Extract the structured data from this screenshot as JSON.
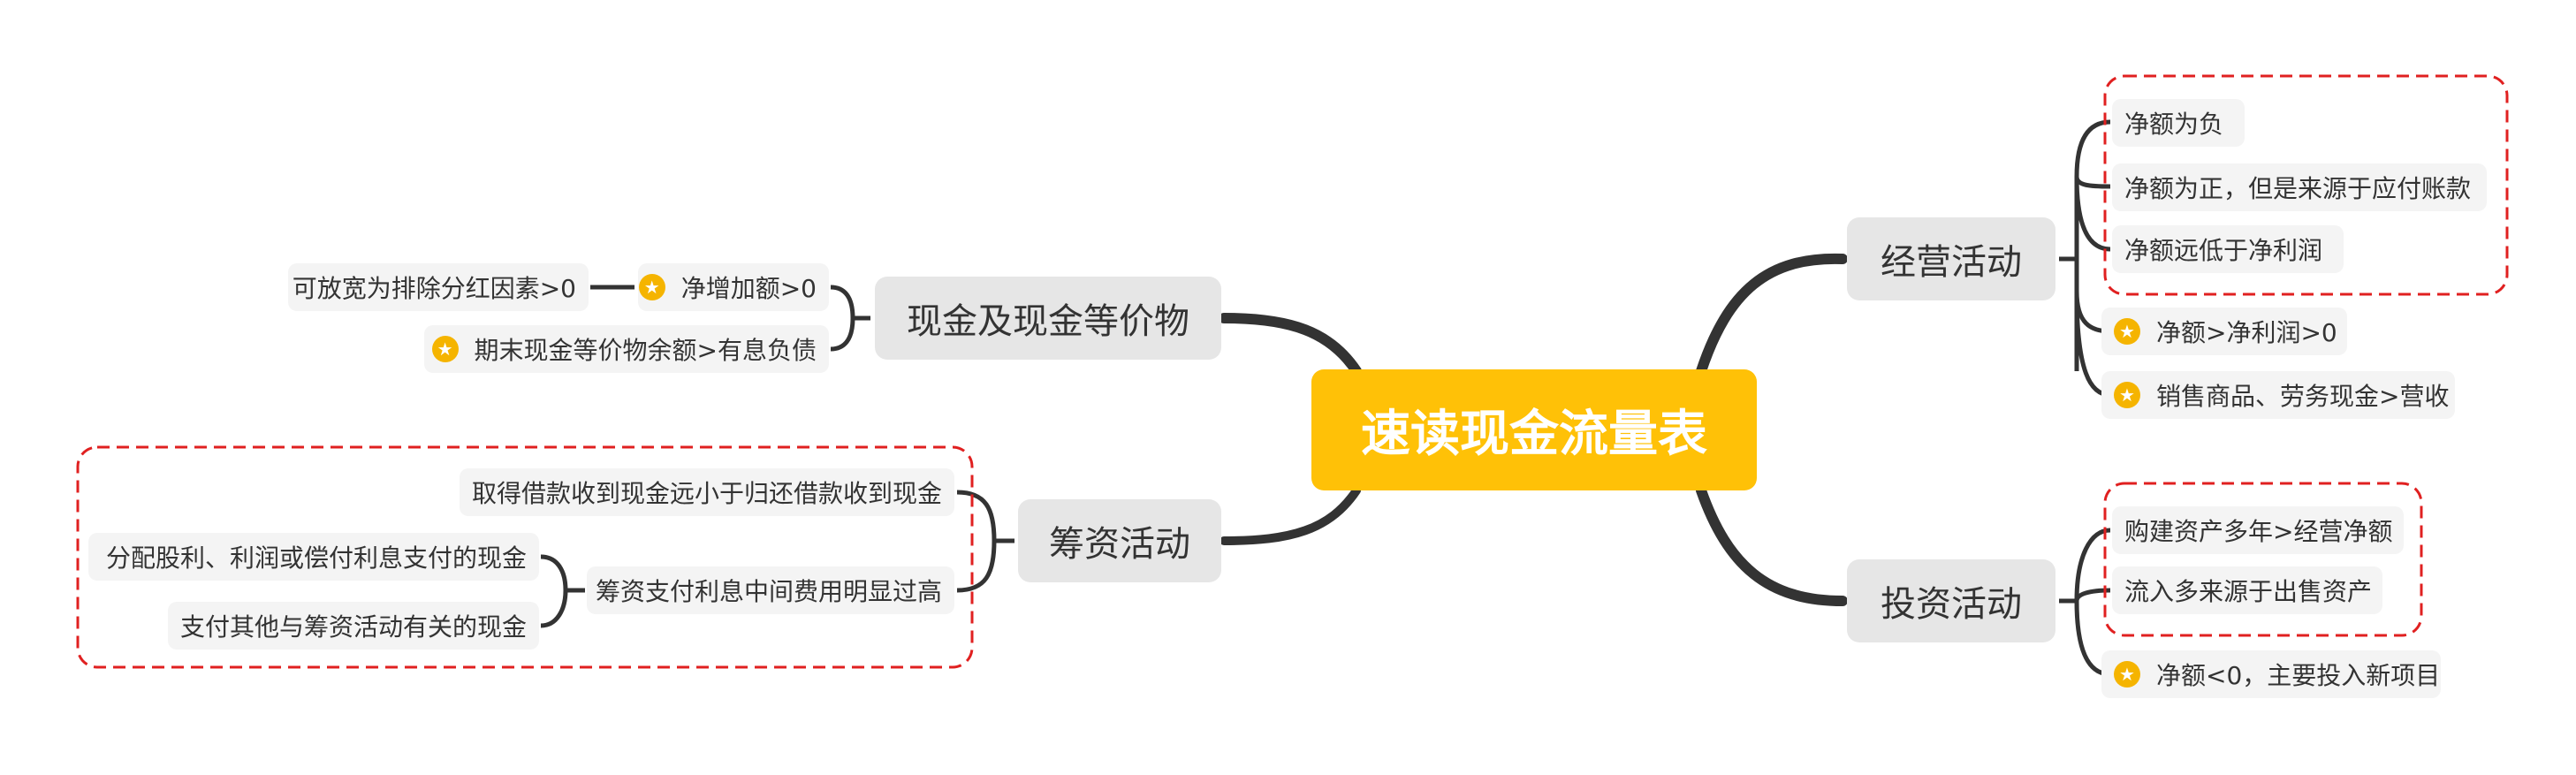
{
  "accent_colors": {
    "root": "#ffc107",
    "branch": "#333333",
    "dashed_box": "#e02020",
    "star": "#f5b400"
  },
  "root": {
    "label": "速读现金流量表"
  },
  "branches": {
    "operating": {
      "label": "经营活动",
      "items": [
        "净额为负",
        "净额为正，但是来源于应付账款",
        "净额远低于净利润",
        "净额>净利润>0",
        "销售商品、劳务现金>营收"
      ]
    },
    "investing": {
      "label": "投资活动",
      "items": [
        "购建资产多年>经营净额",
        "流入多来源于出售资产",
        "净额<0，主要投入新项目"
      ]
    },
    "cash": {
      "label": "现金及现金等价物",
      "items": [
        "净增加额>0",
        "期末现金等价物余额>有息负债"
      ],
      "sub": "可放宽为排除分红因素>0"
    },
    "financing": {
      "label": "筹资活动",
      "items": [
        "取得借款收到现金远小于归还借款收到现金",
        "筹资支付利息中间费用明显过高"
      ],
      "sub": [
        "分配股利、利润或偿付利息支付的现金",
        "支付其他与筹资活动有关的现金"
      ]
    }
  },
  "icons": {
    "star": "star-icon"
  }
}
